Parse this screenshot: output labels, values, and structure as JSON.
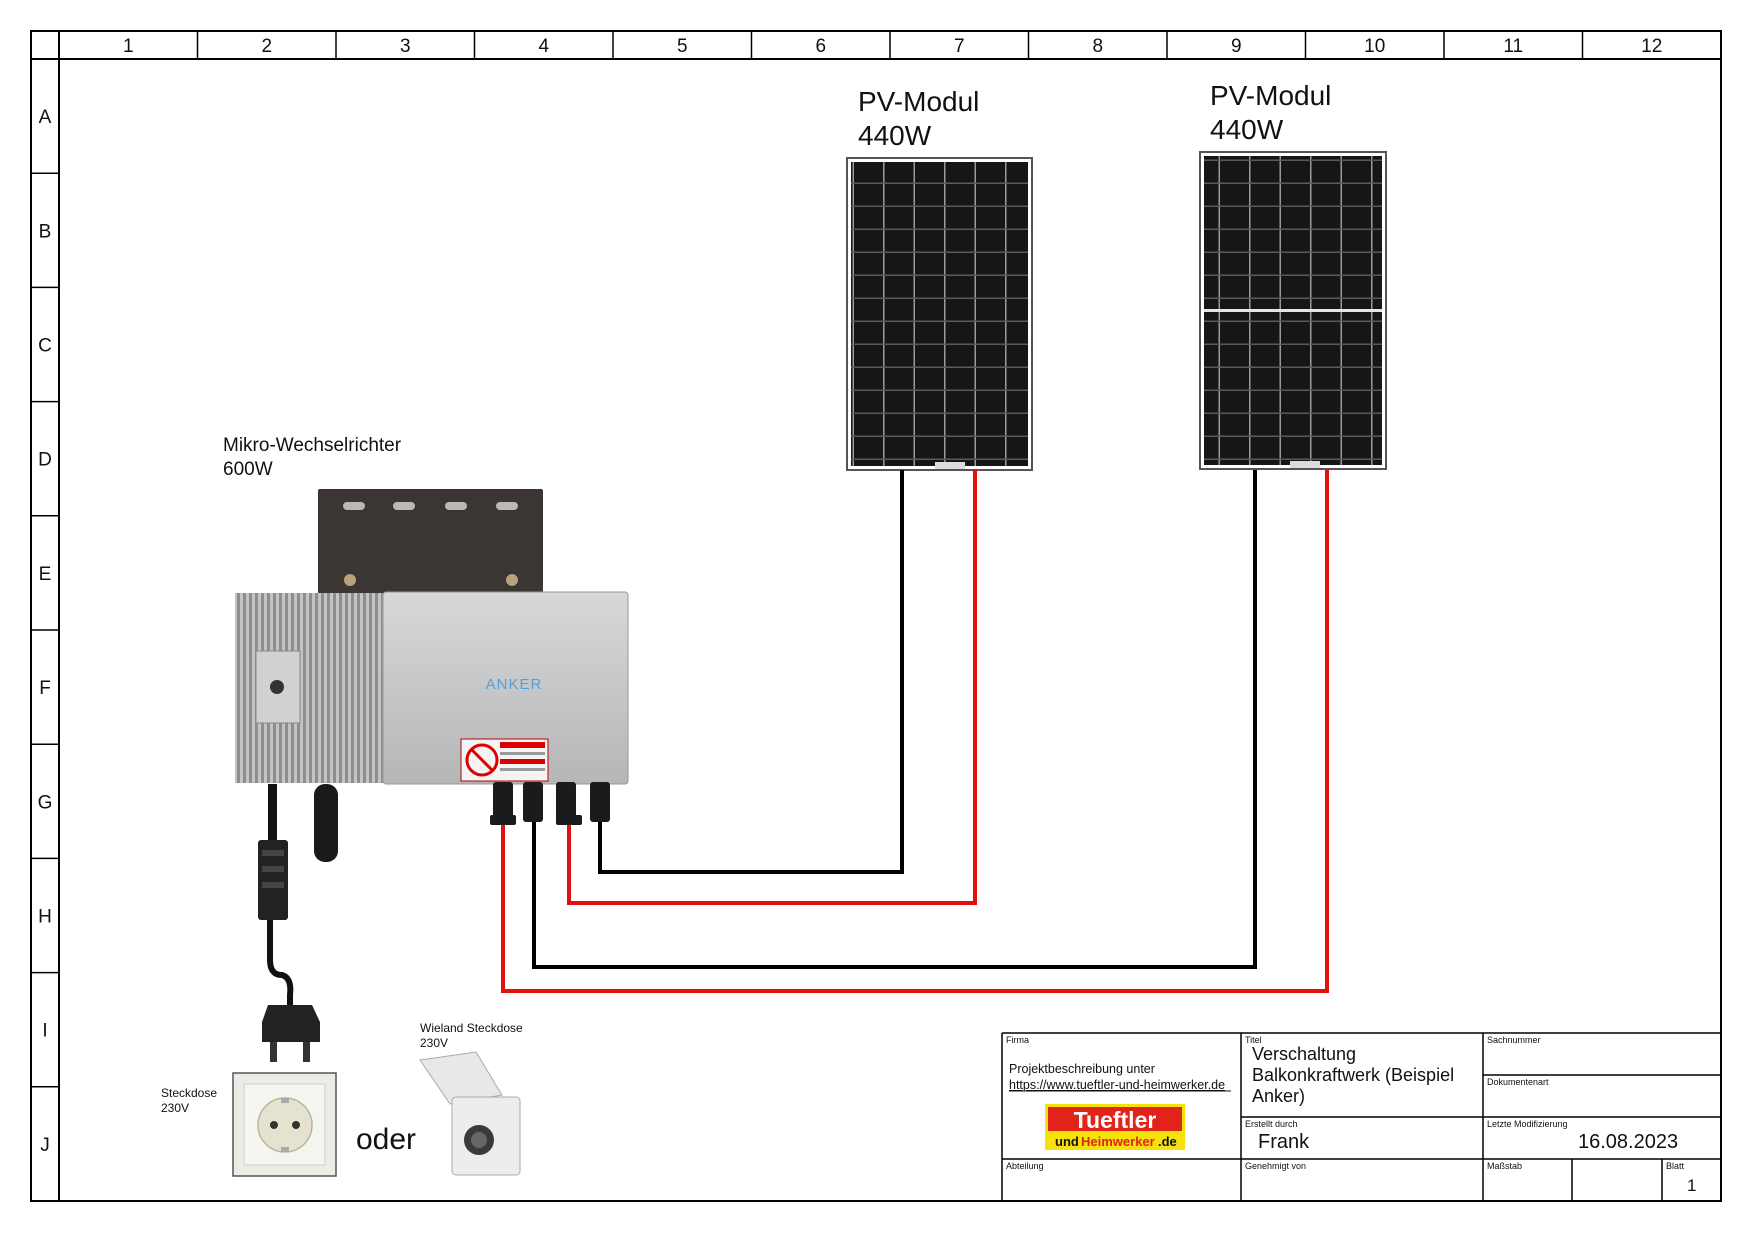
{
  "grid": {
    "columns": [
      "1",
      "2",
      "3",
      "4",
      "5",
      "6",
      "7",
      "8",
      "9",
      "10",
      "11",
      "12"
    ],
    "rows": [
      "A",
      "B",
      "C",
      "D",
      "E",
      "F",
      "G",
      "H",
      "I",
      "J"
    ]
  },
  "modules": [
    {
      "title": "PV-Modul",
      "power": "440W"
    },
    {
      "title": "PV-Modul",
      "power": "440W"
    }
  ],
  "inverter": {
    "title": "Mikro-Wechselrichter",
    "power": "600W",
    "brand": "ANKER"
  },
  "outlets": {
    "schuko_label": "Steckdose",
    "schuko_voltage": "230V",
    "or_label": "oder",
    "wieland_label": "Wieland Steckdose",
    "wieland_voltage": "230V"
  },
  "title_block": {
    "firma_label": "Firma",
    "firma_line1": "Projektbeschreibung unter",
    "firma_link": "https://www.tueftler-und-heimwerker.de",
    "logo_top": "Tueftler",
    "logo_und": "und",
    "logo_bottom": "Heimwerker",
    "logo_de": ".de",
    "titel_label": "Titel",
    "titel_line1": "Verschaltung",
    "titel_line2": "Balkonkraftwerk (Beispiel",
    "titel_line3": "Anker)",
    "sachnummer_label": "Sachnummer",
    "dokumentenart_label": "Dokumentenart",
    "erstellt_label": "Erstellt durch",
    "erstellt_value": "Frank",
    "modifiziert_label": "Letzte Modifizierung",
    "modifiziert_value": "16.08.2023",
    "abteilung_label": "Abteilung",
    "genehmigt_label": "Genehmigt von",
    "massstab_label": "Maßstab",
    "blatt_label": "Blatt",
    "blatt_value": "1"
  },
  "colors": {
    "negative": "#000000",
    "positive": "#e01010",
    "frame": "#000000"
  }
}
